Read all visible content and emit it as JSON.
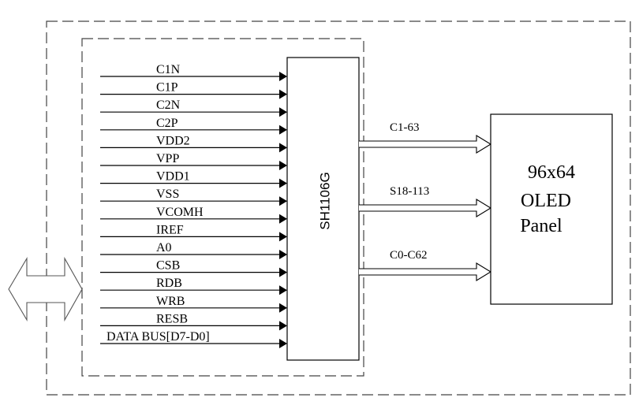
{
  "chip": {
    "label": "SH1106G"
  },
  "pins": [
    {
      "label": "C1N"
    },
    {
      "label": "C1P"
    },
    {
      "label": "C2N"
    },
    {
      "label": "C2P"
    },
    {
      "label": "VDD2"
    },
    {
      "label": "VPP"
    },
    {
      "label": "VDD1"
    },
    {
      "label": "VSS"
    },
    {
      "label": "VCOMH"
    },
    {
      "label": "IREF"
    },
    {
      "label": "A0"
    },
    {
      "label": "CSB"
    },
    {
      "label": "RDB"
    },
    {
      "label": "WRB"
    },
    {
      "label": "RESB"
    },
    {
      "label": "DATA BUS[D7-D0]"
    }
  ],
  "buses": [
    {
      "label": "C1-63"
    },
    {
      "label": "S18-113"
    },
    {
      "label": "C0-C62"
    }
  ],
  "panel": {
    "line1": "96x64",
    "line2": "OLED",
    "line3": "Panel"
  }
}
